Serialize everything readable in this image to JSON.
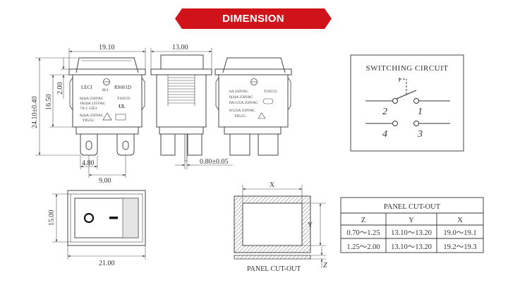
{
  "banner": {
    "title": "DIMENSION",
    "color": "#d0121b"
  },
  "front_view": {
    "dims": {
      "width": "19.10",
      "height_total": "24.10±0.40",
      "height_body": "16.50",
      "cap": "2.00",
      "pin_width": "4.80",
      "pin_pitch": "9.00"
    },
    "label": {
      "brand": "LECI",
      "mark": "IE4",
      "model": "RS601D",
      "temp": "T105/55",
      "lines": [
        "6(4)A 250VAC",
        "10(4)A 125VAC",
        "7A-1 15E3"
      ],
      "rating": "6(4)A 250VAC",
      "ul_mark": "UL",
      "cert": "T85/55"
    }
  },
  "side_view": {
    "dims": {
      "depth": "13.00",
      "terminal_thickness": "0.80±0.05"
    }
  },
  "back_view": {
    "label": {
      "temp": "T105/55",
      "lines": [
        "6A 250VAC",
        "6(4)A 250VAC",
        "8A/125A 250VAC"
      ],
      "rating": "8/125A 250VAC",
      "cert": "T85/55"
    }
  },
  "switching_circuit": {
    "title": "SWITCHING CIRCUIT",
    "pins": [
      "2",
      "1",
      "4",
      "3"
    ]
  },
  "top_view": {
    "dims": {
      "width": "21.00",
      "height": "15.00"
    }
  },
  "panel_drawing": {
    "label_x": "X",
    "label_y": "Y",
    "label_z": "Z",
    "caption": "PANEL CUT-OUT"
  },
  "panel_table": {
    "title": "PANEL CUT-OUT",
    "headers": [
      "Z",
      "Y",
      "X"
    ],
    "rows": [
      [
        "0.70～1.25",
        "13.10～13.20",
        "19.0～19.1"
      ],
      [
        "1.25～2.00",
        "13.10～13.20",
        "19.2～19.3"
      ]
    ]
  }
}
